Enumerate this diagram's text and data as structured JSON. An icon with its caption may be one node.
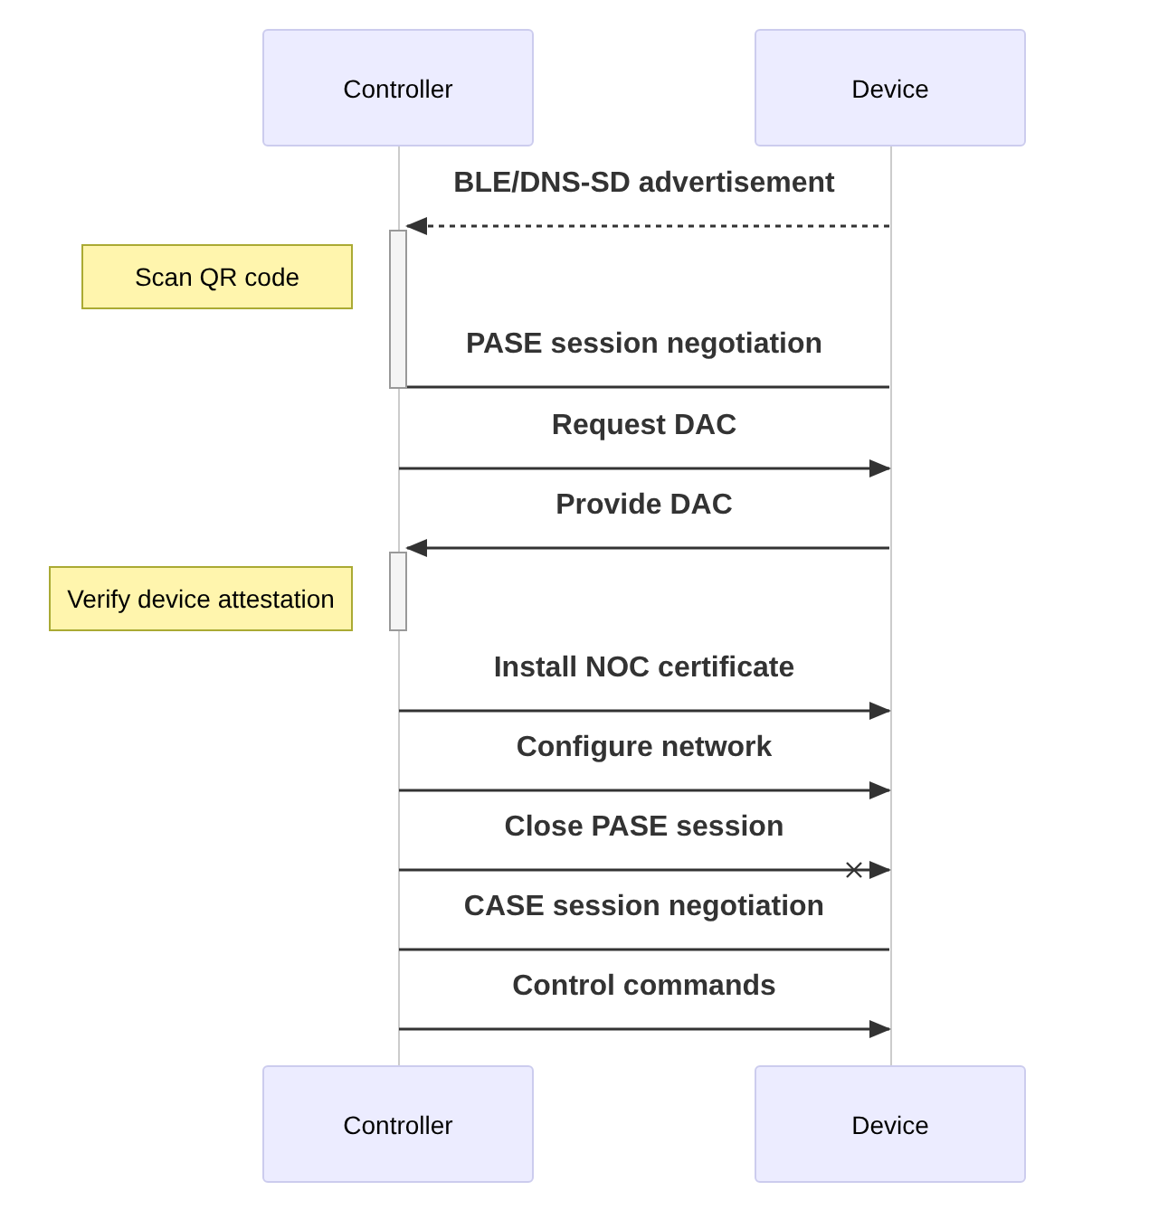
{
  "diagram": {
    "nodes": [
      {
        "text": [
          "Controller"
        ]
      },
      {
        "text": [
          "Device"
        ]
      },
      {
        "text": [
          "Controller"
        ]
      },
      {
        "text": [
          "Device"
        ]
      },
      {
        "text": [
          "Scan QR code"
        ]
      },
      {
        "text": [
          "Verify device attestation"
        ]
      },
      {
        "text": [],
        "shape": "bar"
      },
      {
        "text": [],
        "shape": "bar"
      },
      {
        "text": [],
        "shape": "line"
      },
      {
        "text": [],
        "shape": "line"
      }
    ],
    "edges": [
      {
        "from": 9,
        "to": 6,
        "arrow": "to",
        "label": "BLE/DNS-SD advertisement",
        "style": "dashed"
      },
      {
        "from": 9,
        "to": 6,
        "arrow": "none",
        "label": "PASE session negotiation"
      },
      {
        "from": 8,
        "to": 9,
        "arrow": "to",
        "label": "Request DAC"
      },
      {
        "from": 9,
        "to": 7,
        "arrow": "to",
        "label": "Provide DAC"
      },
      {
        "from": 8,
        "to": 9,
        "arrow": "to",
        "label": "Install NOC certificate"
      },
      {
        "from": 8,
        "to": 9,
        "arrow": "to",
        "label": "Configure network"
      },
      {
        "from": 8,
        "to": 9,
        "arrow": "to",
        "label": "Close PASE session"
      },
      {
        "from": 9,
        "to": 8,
        "arrow": "none",
        "label": "CASE session negotiation"
      },
      {
        "from": 8,
        "to": 9,
        "arrow": "to",
        "label": "Control commands"
      }
    ]
  }
}
